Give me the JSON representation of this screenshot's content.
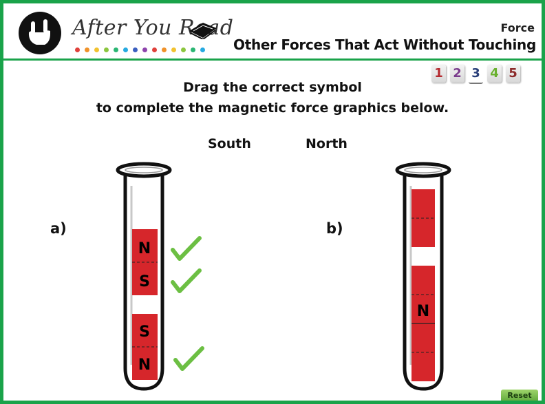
{
  "header": {
    "brand": "After You Read",
    "subject": "Force",
    "lesson_title": "Other Forces That Act Without Touching",
    "dot_colors": [
      "#e0413b",
      "#f0922a",
      "#f2c230",
      "#8cc63f",
      "#2bb673",
      "#27aae1",
      "#3b5fc0",
      "#8e44ad",
      "#e0413b",
      "#f0922a",
      "#f2c230",
      "#8cc63f",
      "#2bb673",
      "#27aae1"
    ]
  },
  "pager": {
    "pages": [
      {
        "label": "1",
        "color": "#b5282e"
      },
      {
        "label": "2",
        "color": "#7a3a8c"
      },
      {
        "label": "3",
        "color": "#2a3f7a"
      },
      {
        "label": "4",
        "color": "#6ab12f"
      },
      {
        "label": "5",
        "color": "#8c2a2a"
      }
    ],
    "current": "3"
  },
  "instructions": {
    "line1": "Drag the correct symbol",
    "line2": "to complete the magnetic force graphics below."
  },
  "symbols": {
    "south": "South",
    "north": "North"
  },
  "parts": {
    "a": "a)",
    "b": "b)"
  },
  "tube_a": {
    "upper_magnet": {
      "top": "N",
      "bottom": "S"
    },
    "lower_magnet": {
      "top": "S",
      "bottom": "N"
    }
  },
  "tube_b": {
    "upper_magnet": {
      "top": "",
      "bottom": ""
    },
    "lower_magnet": {
      "top": "N",
      "bottom": ""
    }
  },
  "colors": {
    "frame": "#1aa34a",
    "magnet": "#d6262b",
    "check": "#6cbf43"
  },
  "reset": "Reset"
}
